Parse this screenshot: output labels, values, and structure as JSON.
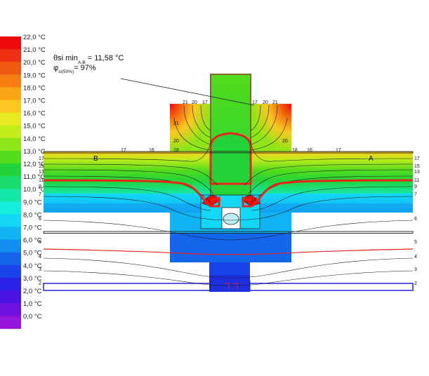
{
  "legend": {
    "unit": "°C",
    "entries": [
      {
        "label": "22,0 °C",
        "color": "#ee0a0a"
      },
      {
        "label": "21,0 °C",
        "color": "#ef2f12"
      },
      {
        "label": "20,0 °C",
        "color": "#f05a10"
      },
      {
        "label": "19,0 °C",
        "color": "#f57d12"
      },
      {
        "label": "18,0 °C",
        "color": "#f9a516"
      },
      {
        "label": "17,0 °C",
        "color": "#fbc820"
      },
      {
        "label": "16,0 °C",
        "color": "#e9e91f"
      },
      {
        "label": "15,0 °C",
        "color": "#c2ec1a"
      },
      {
        "label": "14,0 °C",
        "color": "#8ee618"
      },
      {
        "label": "13,0 °C",
        "color": "#52dc1c"
      },
      {
        "label": "12,0 °C",
        "color": "#22d43a"
      },
      {
        "label": "11,0 °C",
        "color": "#1adc6e"
      },
      {
        "label": "10,0 °C",
        "color": "#16e6a8"
      },
      {
        "label": "9,0 °C",
        "color": "#14eedc"
      },
      {
        "label": "8,0 °C",
        "color": "#12d8f5"
      },
      {
        "label": "7,0 °C",
        "color": "#10b4f3"
      },
      {
        "label": "6,0 °C",
        "color": "#128ef0"
      },
      {
        "label": "5,0 °C",
        "color": "#1466ed"
      },
      {
        "label": "4,0 °C",
        "color": "#1a44ea"
      },
      {
        "label": "3,0 °C",
        "color": "#2a22e6"
      },
      {
        "label": "2,0 °C",
        "color": "#4a14e2"
      },
      {
        "label": "1,0 °C",
        "color": "#6e10de"
      },
      {
        "label": "0,0 °C",
        "color": "#9414da"
      }
    ]
  },
  "annotation": {
    "theta_symbol": "θ",
    "theta_main": "si min",
    "theta_sub": "A-B",
    "theta_value": " = 11,58 °C",
    "phi_symbol": "φ",
    "phi_sub": "si(50%)",
    "phi_value": "= 97%"
  },
  "regions": {
    "left": "B",
    "right": "A"
  },
  "isotherm_labels": {
    "top_left": [
      "21",
      "20",
      "17"
    ],
    "top_right": [
      "17",
      "20",
      "21"
    ],
    "left_column": [
      "21",
      "20",
      "18"
    ],
    "right_column": [
      "20",
      "18"
    ],
    "row_left": [
      "17",
      "16"
    ],
    "row_right": [
      "16",
      "17"
    ],
    "left_edge": [
      "17",
      "15",
      "13",
      "11",
      "9",
      "7",
      "6",
      "5",
      "4",
      "3",
      "2"
    ],
    "right_edge": [
      "17",
      "15",
      "13",
      "11",
      "9",
      "7",
      "6",
      "5",
      "4",
      "3",
      "2"
    ]
  },
  "colors": {
    "critical_isotherm": "#e8251c",
    "outline": "#222222"
  }
}
